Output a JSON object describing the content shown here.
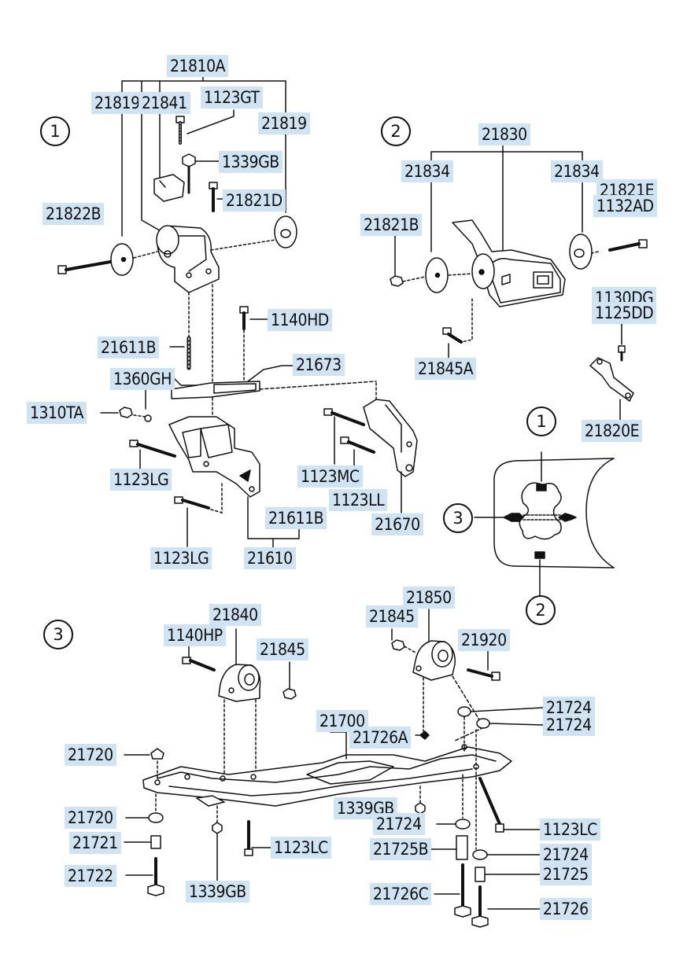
{
  "callouts": {
    "c1": "1",
    "c2": "2",
    "c3": "3",
    "inset_c1": "1",
    "inset_c2": "2",
    "inset_c3": "3"
  },
  "labels": {
    "p21810A": "21810A",
    "p21819_l": "21819",
    "p21841": "21841",
    "p1123GT": "1123GT",
    "p21819_r": "21819",
    "p1339GB_top": "1339GB",
    "p21821D": "21821D",
    "p21822B": "21822B",
    "p1140HD": "1140HD",
    "p21611B_top": "21611B",
    "p21673": "21673",
    "p1360GH": "1360GH",
    "p1310TA": "1310TA",
    "p1123LG_1": "1123LG",
    "p1123LG_2": "1123LG",
    "p21611B_bot": "21611B",
    "p21610": "21610",
    "p1123MC": "1123MC",
    "p1123LL": "1123LL",
    "p21670": "21670",
    "p21830": "21830",
    "p21834_l": "21834",
    "p21834_r": "21834",
    "p21821E": "21821E",
    "p1132AD": "1132AD",
    "p21821B": "21821B",
    "p21845A": "21845A",
    "p1130DG": "1130DG",
    "p1125DD": "1125DD",
    "p21820E": "21820E",
    "p21840": "21840",
    "p1140HP": "1140HP",
    "p21845_l": "21845",
    "p21850": "21850",
    "p21845_r": "21845",
    "p21920": "21920",
    "p21724_a": "21724",
    "p21724_b": "21724",
    "p21700": "21700",
    "p21726A": "21726A",
    "p21720_top": "21720",
    "p21720_mid": "21720",
    "p21721": "21721",
    "p21722": "21722",
    "p1339GB_bot": "1339GB",
    "p1339GB_mid": "1339GB",
    "p21724_c": "21724",
    "p1123LC_l": "1123LC",
    "p1123LC_r": "1123LC",
    "p21725B": "21725B",
    "p21724_d": "21724",
    "p21725": "21725",
    "p21726C": "21726C",
    "p21726": "21726"
  },
  "colors": {
    "label_bg": "#cfe3f3",
    "line": "#111111"
  }
}
